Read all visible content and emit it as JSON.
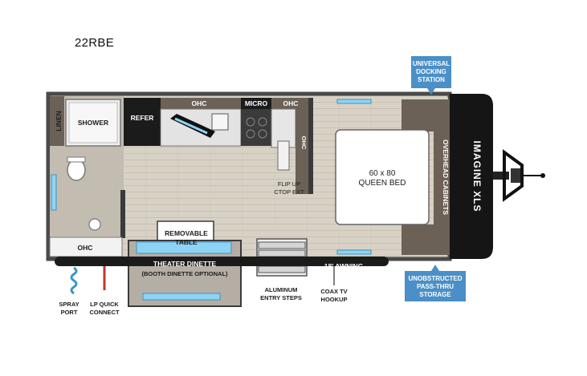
{
  "model": "22RBE",
  "brand_logo": "IMAGINE XLS",
  "rooms": {
    "linen": "LINEN",
    "shower": "SHOWER",
    "refer": "REFER",
    "ohc_top": "OHC",
    "micro": "MICRO",
    "ohc_right": "OHC",
    "ohc_vertical": "OHC",
    "flip_up_1": "FLIP UP",
    "flip_up_2": "CTOP EXT",
    "bed_1": "60 x 80",
    "bed_2": "QUEEN BED",
    "overhead_cabinets": "OVERHEAD CABINETS",
    "removable_table_1": "REMOVABLE",
    "removable_table_2": "TABLE",
    "ohc_bottom": "OHC",
    "dinette_1": "THEATER DINETTE",
    "dinette_2": "(BOOTH DINETTE OPTIONAL)",
    "awning": "18' AWNING"
  },
  "exterior": {
    "spray_port_1": "SPRAY",
    "spray_port_2": "PORT",
    "lp_1": "LP QUICK",
    "lp_2": "CONNECT",
    "steps_1": "ALUMINUM",
    "steps_2": "ENTRY STEPS",
    "coax_1": "COAX TV",
    "coax_2": "HOOKUP"
  },
  "callouts": {
    "docking_1": "UNIVERSAL",
    "docking_2": "DOCKING",
    "docking_3": "STATION",
    "storage_1": "UNOBSTRUCTED",
    "storage_2": "PASS-THRU",
    "storage_3": "STORAGE"
  },
  "colors": {
    "callout_blue": "#4a8fc7",
    "wall_dark": "#3a3a3a",
    "floor": "#d9d2c6",
    "accent_light": "#8fd3f4"
  }
}
